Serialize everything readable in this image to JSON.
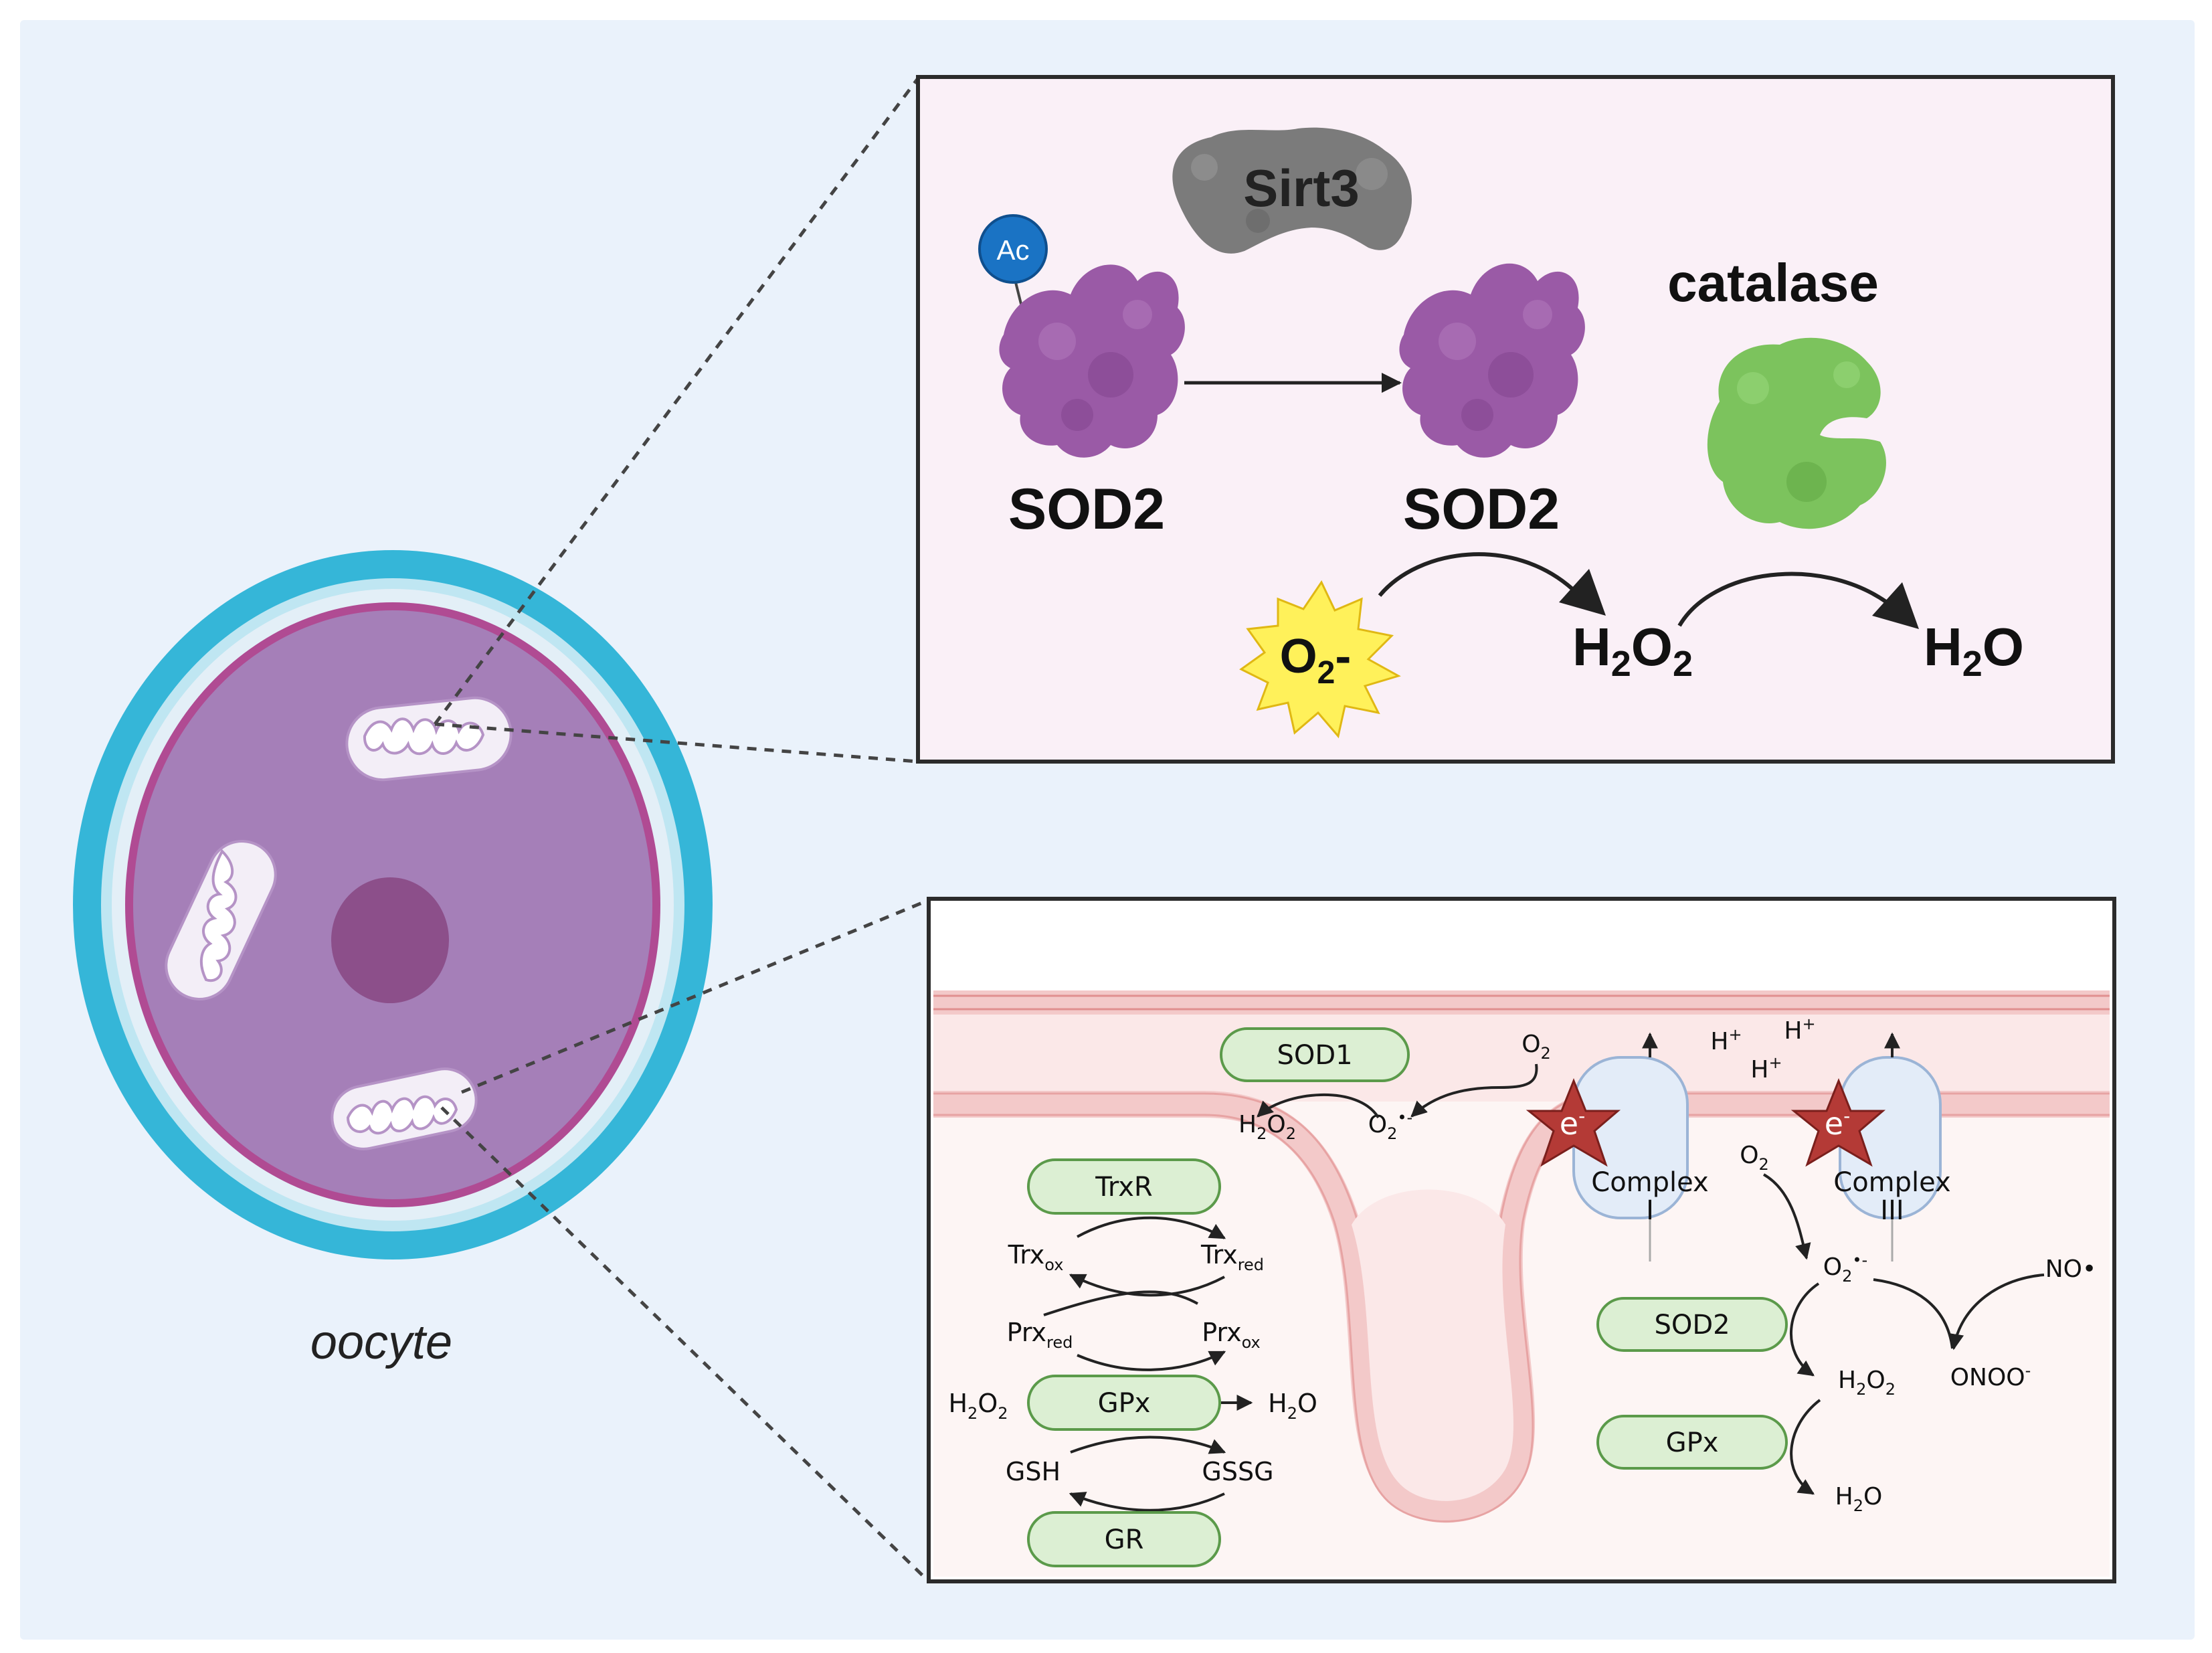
{
  "colors": {
    "background": "#eaf2fb",
    "zona_pellucida": "#35b6d8",
    "cytoplasm": "#a57fb8",
    "cell_membrane": "#b04b93",
    "nucleus": "#8c4f8a",
    "sod2_protein": "#9a5aa6",
    "catalase_protein": "#7cc35d",
    "sirt3_protein": "#7b7b7b",
    "acetyl_tag": "#1a73c4",
    "superoxide_burst": "#fff15a",
    "enzyme_pill": "#dcefd3",
    "enzyme_pill_stroke": "#5b9a4a",
    "electron_star": "#b43a36",
    "complex_fill": "#e3ecf8",
    "mito_membrane": "#f3c9c9"
  },
  "cell": {
    "label": "oocyte"
  },
  "top_panel": {
    "sirt3": "Sirt3",
    "acetyl": "Ac",
    "sod2_acetylated": "SOD2",
    "sod2_active": "SOD2",
    "catalase": "catalase",
    "superoxide_base": "O",
    "superoxide_sub": "2",
    "superoxide_sup": "-",
    "h2o2_a": "H",
    "h2o2_b": "2",
    "h2o2_c": "O",
    "h2o2_d": "2",
    "h2o_a": "H",
    "h2o_b": "2",
    "h2o_c": "O"
  },
  "bottom_panel": {
    "enzymes": {
      "sod1": "SOD1",
      "trxr": "TrxR",
      "gpx_left": "GPx",
      "gr": "GR",
      "sod2": "SOD2",
      "gpx_right": "GPx"
    },
    "complexes": {
      "complex1_name": "Complex",
      "complex1_num": "I",
      "complex3_name": "Complex",
      "complex3_num": "III"
    },
    "electron": "e",
    "electron_sup": "-",
    "labels": {
      "o2_top": "O",
      "o2_top_sub": "2",
      "h2o2_sod1_h": "H",
      "h2o2_sod1_2a": "2",
      "h2o2_sod1_o": "O",
      "h2o2_sod1_2b": "2",
      "o2rad_left": "O",
      "o2rad_left_sub": "2",
      "o2rad_left_sup": "•-",
      "hplus": "H",
      "hplus_sup": "+",
      "o2_right": "O",
      "o2_right_sub": "2",
      "o2rad_right": "O",
      "o2rad_right_sub": "2",
      "o2rad_right_sup": "•-",
      "no": "NO•",
      "onoo": "ONOO",
      "onoo_sup": "-",
      "h2o2_sod2_h": "H",
      "h2o2_sod2_2a": "2",
      "h2o2_sod2_o": "O",
      "h2o2_sod2_2b": "2",
      "h2o_right_h": "H",
      "h2o_right_2": "2",
      "h2o_right_o": "O",
      "trx": "Trx",
      "sub_ox": "ox",
      "sub_red": "red",
      "prx": "Prx",
      "h2o2_gpx_h": "H",
      "h2o2_gpx_2a": "2",
      "h2o2_gpx_o": "O",
      "h2o2_gpx_2b": "2",
      "h2o_gpx_h": "H",
      "h2o_gpx_2": "2",
      "h2o_gpx_o": "O",
      "gsh": "GSH",
      "gssg": "GSSG"
    }
  }
}
